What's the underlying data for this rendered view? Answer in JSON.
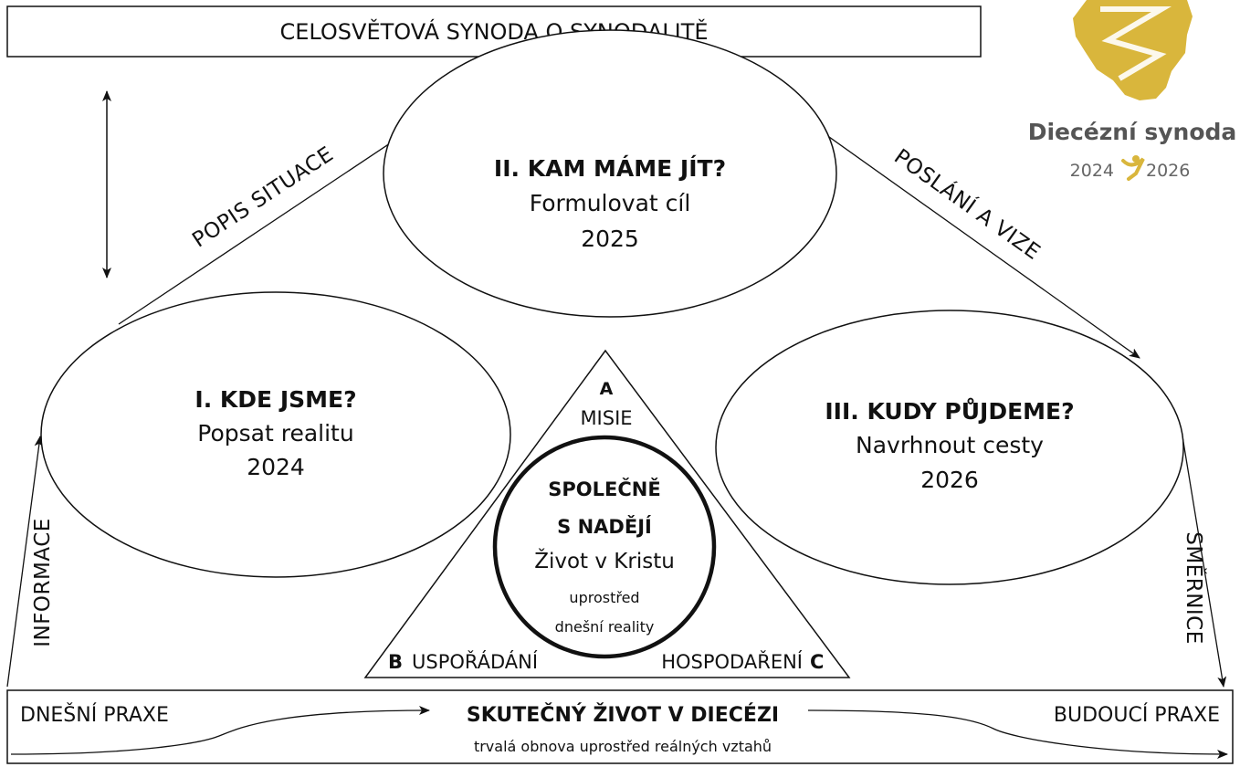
{
  "header": {
    "title": "CELOSVĚTOVÁ SYNODA O SYNODALITĚ"
  },
  "logo": {
    "title": "Diecézní synoda",
    "year_start": "2024",
    "year_end": "2026",
    "gold_color": "#d9b63c"
  },
  "phases": {
    "left": {
      "heading": "I. KDE JSME?",
      "subtitle": "Popsat realitu",
      "year": "2024"
    },
    "top": {
      "heading": "II. KAM MÁME JÍT?",
      "subtitle": "Formulovat cíl",
      "year": "2025"
    },
    "right": {
      "heading": "III. KUDY PŮJDEME?",
      "subtitle": "Navrhnout cesty",
      "year": "2026"
    }
  },
  "arrows": {
    "informace": "INFORMACE",
    "popis_situace": "POPIS SITUACE",
    "poslani_a_vize": "POSLÁNÍ A VIZE",
    "smernice": "SMĚRNICE"
  },
  "triangle": {
    "top_letter": "A",
    "top_label": "MISIE",
    "left_letter": "B",
    "left_label": "USPOŘÁDÁNÍ",
    "right_letter": "C",
    "right_label": "HOSPODAŘENÍ",
    "center": {
      "line1": "SPOLEČNĚ",
      "line2": "S NADĚJÍ",
      "line3": "Život v Kristu",
      "line4": "uprostřed",
      "line5": "dnešní reality"
    }
  },
  "bottom": {
    "left": "DNEŠNÍ PRAXE",
    "center": "SKUTEČNÝ ŽIVOT V DIECÉZI",
    "right": "BUDOUCÍ PRAXE",
    "subtitle": "trvalá obnova uprostřed reálných vztahů"
  }
}
